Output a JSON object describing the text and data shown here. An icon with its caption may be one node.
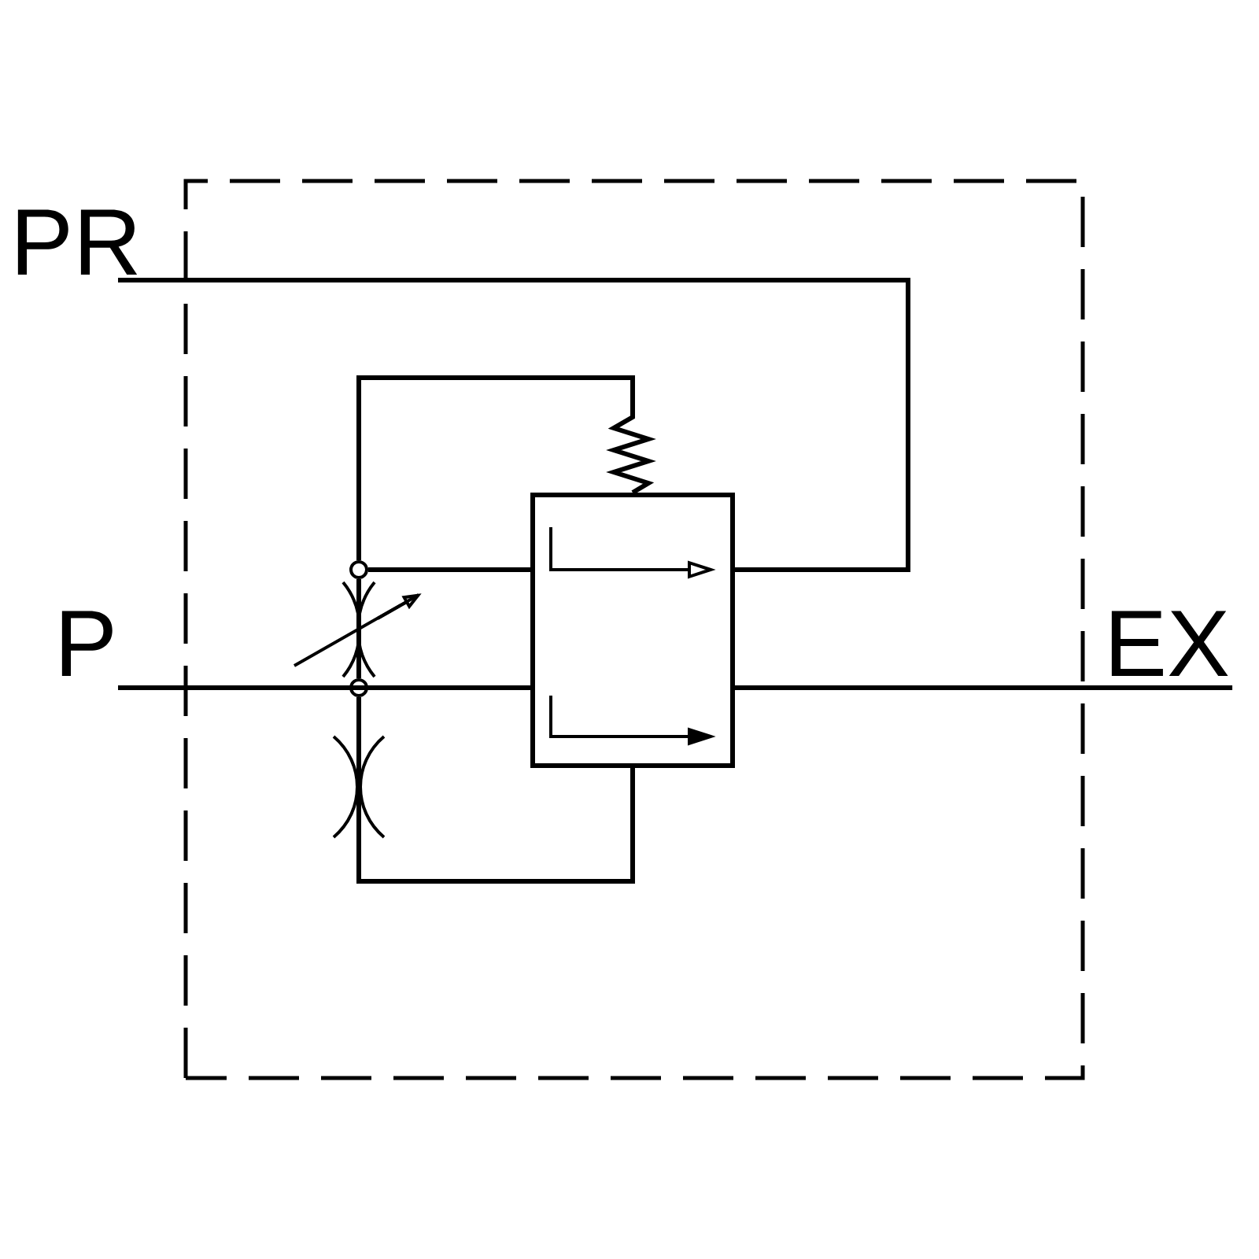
{
  "diagram": {
    "nodes": [
      {
        "text": [
          "PR"
        ]
      },
      {
        "text": [
          "P"
        ]
      },
      {
        "text": [
          "EX"
        ]
      },
      {
        "text": [],
        "shape": "box"
      },
      {
        "text": [],
        "shape": "circle"
      },
      {
        "text": [],
        "shape": "circle"
      }
    ],
    "edges": [
      {
        "from": 0,
        "to": 3,
        "arrow": "none"
      },
      {
        "from": 1,
        "to": 3,
        "arrow": "none"
      },
      {
        "from": 3,
        "to": 2,
        "arrow": "none"
      },
      {
        "from": 4,
        "to": 3,
        "arrow": "none"
      },
      {
        "from": 4,
        "to": 3,
        "arrow": "none"
      },
      {
        "from": 4,
        "to": 5,
        "arrow": "none"
      },
      {
        "from": 5,
        "to": 3,
        "arrow": "none"
      }
    ]
  }
}
